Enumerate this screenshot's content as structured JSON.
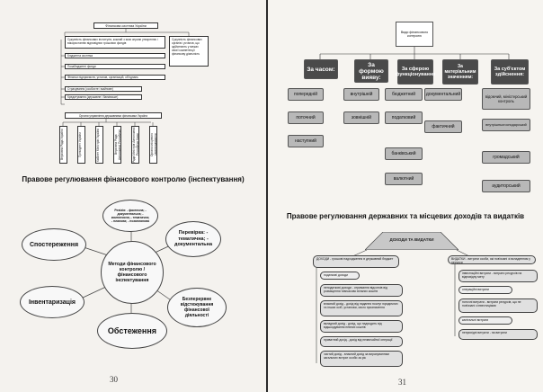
{
  "left_page": {
    "page_number": "30",
    "scheme1": {
      "title": "Фінансова система України",
      "left_items": [
        "Сукупність фінансових інститутів, кожний з яких сприяє утворенню і використанню відповідних грошових фондів",
        "Бюджетна система",
        "Позабюджетні фонди",
        "Фінанси підприємств, установ, організацій, об'єднань",
        "Страхування (особисте і майнове)",
        "Кредитування (державне і банківське)"
      ],
      "right_box": "Сукупність фінансових органів і установ, що здійснюють у межах своєї компетенції фінансову діяльність",
      "org_title": "Органи управління державними фінансами України",
      "org_items": [
        "Верховна Рада України",
        "Президент України",
        "Кабінет Міністрів України",
        "Верховна Рада Автономної Республіки Крим",
        "Рада Міністрів Автономної Республіки Крим",
        "Органи місцевого самоврядування"
      ]
    },
    "heading": "Правове регулювання фінансового контролю (інспектування)",
    "scheme2": {
      "center": "Методи фінансового контролю / фінансового інспектування",
      "top": "Ревізія: - фактична; - документальна; - комплексна; - тематична; - планова; - позапланова",
      "right_top": "Перевірка: - тематична; - документальна",
      "right_bottom": "Безперервне відстежування фінансової діяльності",
      "bottom": "Обстеження",
      "left_bottom": "Інвентаризація",
      "left_top": "Спостереження"
    }
  },
  "right_page": {
    "page_number": "31",
    "scheme1": {
      "root": "Види фінансового контролю",
      "categories": [
        {
          "label": "За часом:",
          "items": [
            "попередній",
            "поточний",
            "наступний"
          ]
        },
        {
          "label": "За формою вияву:",
          "items": [
            "внутрішній",
            "зовнішній"
          ]
        },
        {
          "label": "За сферою функціонування",
          "items": [
            "бюджетний",
            "податковий",
            "банківський",
            "валютний"
          ]
        },
        {
          "label": "За матеріальним значенням:",
          "items": [
            "документальний",
            "фактичний"
          ]
        },
        {
          "label": "За суб'єктом здійснення:",
          "items": [
            "відомчий, міністерський контроль",
            "внутрішньогосподарський",
            "громадський",
            "аудиторський"
          ]
        }
      ]
    },
    "heading": "Правове регулювання державних та місцевих доходів та видатків",
    "scheme2": {
      "top": "ДОХОДИ ТА ВИДАТКИ",
      "income_title": "ДОХОДИ - грошові надходження в державний бюджет",
      "expense_title": "ВИДАТКИ - витрати особи, які пов'язані зі вкладенням у ресурси",
      "income_items": [
        "податкові доходи",
        "неподаткові доходи - отримання відсотків від розміщення тимчасово вільних коштів",
        "власний дохід - дохід від надання послуг юридичних та інших осіб, установи, свого призначення",
        "вкладний дохід - дохід, що надходить від відшкодування певних коштів",
        "приватний дохід - дохід від незвичайної операції",
        "чистий дохід - власний дохід за вирахуванням загальних витрат особи за рік"
      ],
      "expense_items": [
        "інвестиційні витрати - витрати ресурсів на відповідну мету",
        "операційні витрати",
        "поточні витрати - витрати ресурсів, що не пов'язані з інвестиціями",
        "капітальні витрати",
        "неприхідні витрати - на витрати"
      ]
    }
  }
}
